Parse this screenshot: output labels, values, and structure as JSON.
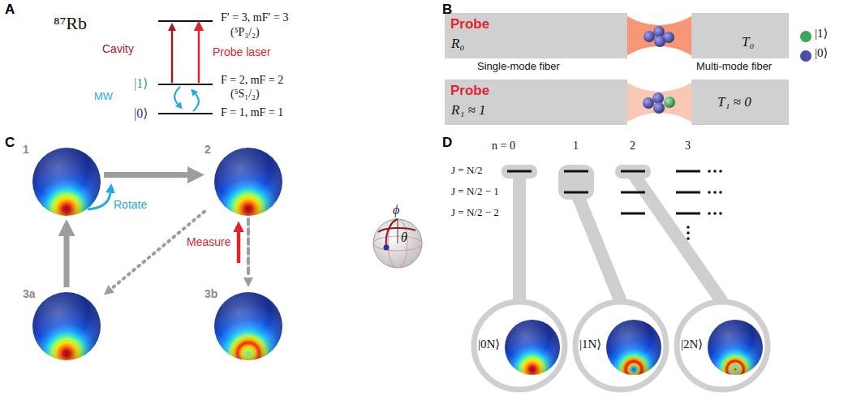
{
  "diagram": {
    "nodes": [
      {
        "text": [
          "Probe",
          "R₀"
        ]
      },
      {
        "text": [
          "T₀"
        ]
      },
      {
        "text": [
          "Probe",
          "R₁ ≈ 1"
        ]
      },
      {
        "text": [
          "T₁ ≈ 0"
        ]
      },
      {
        "text": [
          "1"
        ]
      },
      {
        "text": [
          "2"
        ]
      },
      {
        "text": [
          "3a"
        ]
      },
      {
        "text": [
          "3b"
        ]
      },
      {
        "text": [
          "|0N⟩"
        ]
      },
      {
        "text": [
          "|1N⟩"
        ]
      },
      {
        "text": [
          "|2N⟩"
        ]
      }
    ],
    "edges": [
      {
        "from": 4,
        "to": 5,
        "arrow": "to"
      },
      {
        "from": 5,
        "to": 7,
        "arrow": "to"
      },
      {
        "from": 5,
        "to": 6,
        "arrow": "to"
      },
      {
        "from": 6,
        "to": 4,
        "arrow": "to"
      }
    ],
    "labels": [
      "A",
      "⁸⁷Rb",
      "F′ = 3, mF′ = 3",
      "(⁵P₃/₂)",
      "Cavity",
      "Probe laser",
      "|1⟩",
      "MW",
      "F = 2, mF = 2",
      "(⁵S₁/₂)",
      "|0⟩",
      "F = 1, mF = 1",
      "B",
      "Single-mode fiber",
      "Multi-mode fiber",
      "C",
      "Rotate",
      "Measure",
      "ϕ",
      "θ",
      "D",
      "n = 0",
      "1",
      "2",
      "3",
      "J = N/2",
      "J = N/2 − 1",
      "J = N/2 − 2"
    ],
    "legend": [
      {
        "text": "|1⟩",
        "color": "#3aa55c"
      },
      {
        "text": "|0⟩",
        "color": "#4a4fa8"
      }
    ]
  }
}
